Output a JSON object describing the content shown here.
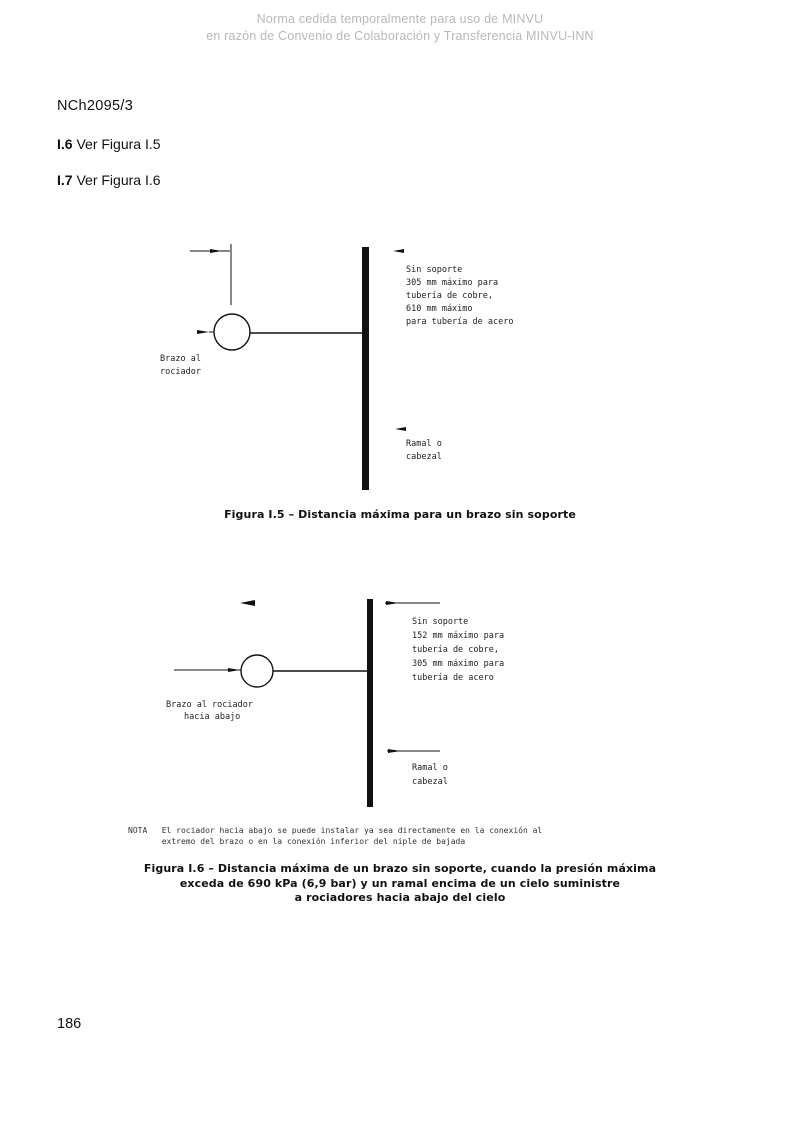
{
  "watermark": {
    "line1": "Norma cedida temporalmente para uso de MINVU",
    "line2": "en razón de Convenio de Colaboración y Transferencia MINVU-INN"
  },
  "header": {
    "doc_code": "NCh2095/3"
  },
  "clauses": [
    {
      "number": "I.6",
      "text": " Ver Figura I.5"
    },
    {
      "number": "I.7",
      "text": " Ver Figura I.6"
    }
  ],
  "figure_5": {
    "label_support": [
      "Sin soporte",
      "305 mm máximo para",
      "tubería de cobre,",
      "610 mm máximo",
      "para tubería de acero"
    ],
    "label_arm": [
      "Brazo al",
      "rociador"
    ],
    "label_branch": [
      "Ramal o",
      "cabezal"
    ],
    "caption": "Figura I.5 – Distancia máxima para un brazo sin soporte"
  },
  "figure_6": {
    "label_support": [
      "Sin soporte",
      "152 mm máximo para",
      "tubería de cobre,",
      "305 mm máximo para",
      "tubería de acero"
    ],
    "label_arm": [
      "Brazo al rociador",
      "hacia abajo"
    ],
    "label_branch": [
      "Ramal o",
      "cabezal"
    ],
    "note_line1": "NOTA   El rociador hacia abajo se puede instalar ya sea directamente en la conexión al",
    "note_line2": "       extremo del brazo o en la conexión inferior del niple de bajada",
    "caption_line1": "Figura I.6 – Distancia máxima de un brazo sin soporte, cuando la presión máxima",
    "caption_line2": "exceda de 690 kPa (6,9 bar) y un ramal encima de un cielo suministre",
    "caption_line3": "a rociadores hacia abajo del cielo"
  },
  "footer": {
    "page_number": "186"
  }
}
